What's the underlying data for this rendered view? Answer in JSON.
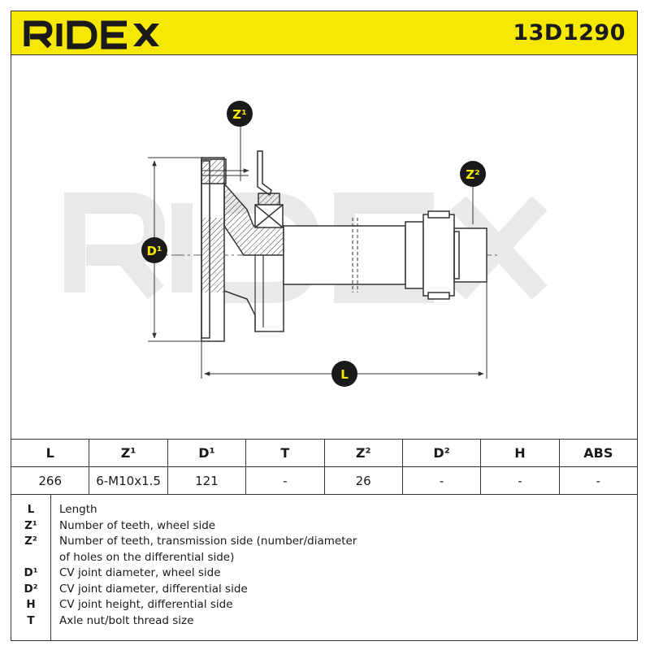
{
  "brand": {
    "logo_text": "RIDEX",
    "watermark_text": "RIDEX"
  },
  "part_number": "13D1290",
  "colors": {
    "header_bg": "#f6e800",
    "marker_fill": "#1a1a1a",
    "marker_text": "#f6e800",
    "watermark": "#e9e9e9"
  },
  "diagram": {
    "markers": {
      "z1": "Z¹",
      "z2": "Z²",
      "d1": "D¹",
      "l": "L"
    }
  },
  "table": {
    "headers": [
      "L",
      "Z¹",
      "D¹",
      "T",
      "Z²",
      "D²",
      "H",
      "ABS"
    ],
    "values": [
      "266",
      "6-M10x1.5",
      "121",
      "-",
      "26",
      "-",
      "-",
      "-"
    ]
  },
  "legend": [
    {
      "symbol": "L",
      "text": "Length"
    },
    {
      "symbol": "Z¹",
      "text": "Number of teeth, wheel side"
    },
    {
      "symbol": "Z²",
      "text": "Number of teeth, transmission side (number/diameter"
    },
    {
      "symbol": "",
      "text": "of holes on the differential side)"
    },
    {
      "symbol": "D¹",
      "text": "CV joint diameter, wheel side"
    },
    {
      "symbol": "D²",
      "text": "CV joint diameter, differential side"
    },
    {
      "symbol": "H",
      "text": "CV joint height, differential side"
    },
    {
      "symbol": "T",
      "text": "Axle nut/bolt thread size"
    }
  ]
}
